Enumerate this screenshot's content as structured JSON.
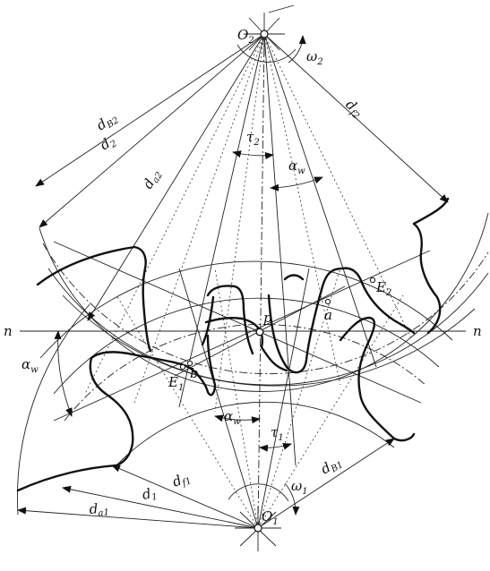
{
  "labels": {
    "o2": "O",
    "o2_sub": "2",
    "o1": "O",
    "o1_sub": "1",
    "omega2": "ω",
    "omega2_sub": "2",
    "omega1": "ω",
    "omega1_sub": "1",
    "p": "p",
    "n_left": "n",
    "n_right": "n",
    "a": "a",
    "b": "b",
    "e1": "E",
    "e1_sub": "1",
    "e2": "E",
    "e2_sub": "2",
    "tau2": "τ",
    "tau2_sub": "2",
    "tau1": "τ",
    "tau1_sub": "1",
    "alpha_w_top": "α",
    "alpha_w_top_sub": "w",
    "alpha_w_left": "α",
    "alpha_w_left_sub": "w",
    "alpha_w_bottom": "α",
    "alpha_w_bottom_sub": "w",
    "db2": "d",
    "db2_sub": "B2",
    "d2": "d",
    "d2_sub": "2",
    "da2": "d",
    "da2_sub": "a2",
    "df2": "d",
    "df2_sub": "f2",
    "df1": "d",
    "df1_sub": "f1",
    "d1": "d",
    "d1_sub": "1",
    "da1": "d",
    "da1_sub": "a1",
    "db1": "d",
    "db1_sub": "B1"
  }
}
